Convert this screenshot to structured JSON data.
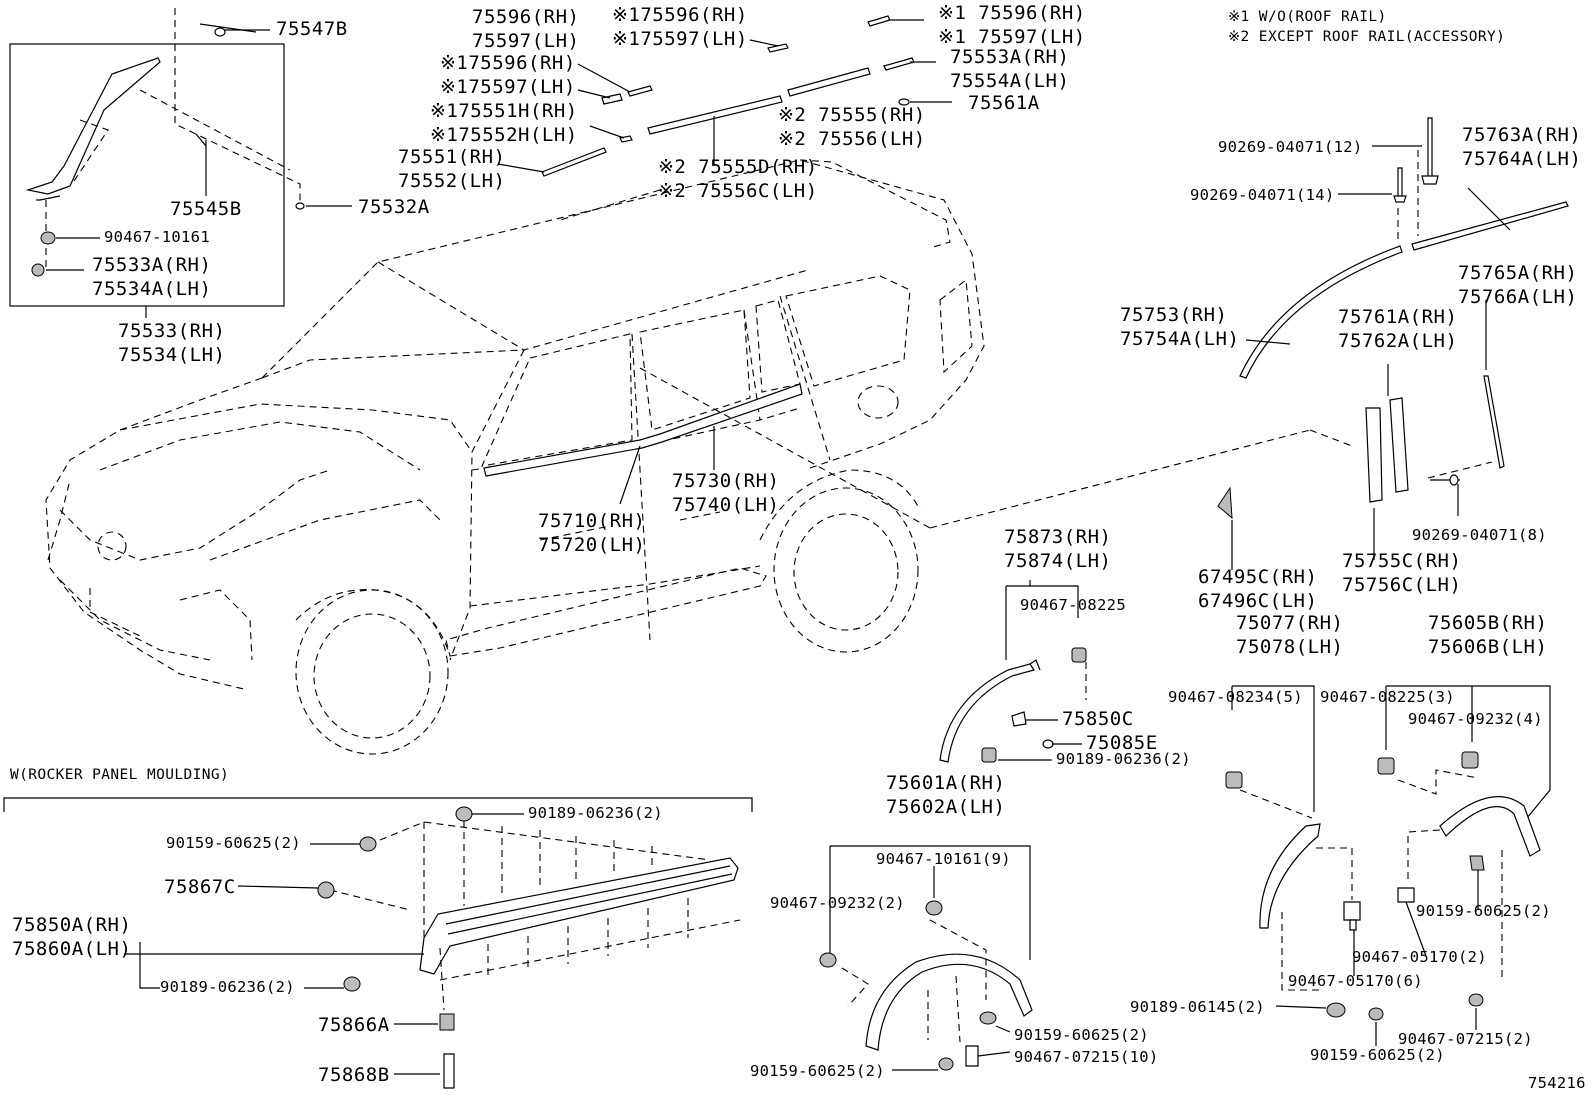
{
  "notes": {
    "note1": "※1 W/O(ROOF RAIL)",
    "note2": "※2 EXCEPT ROOF RAIL(ACCESSORY)"
  },
  "section": {
    "rocker_title": "W(ROCKER PANEL MOULDING)"
  },
  "labels": {
    "p75547B": "75547B",
    "p75545B": "75545B",
    "p90467_10161": "90467-10161",
    "p75533A": "75533A(RH)",
    "p75534A": "75534A(LH)",
    "p75533": "75533(RH)",
    "p75534": "75534(LH)",
    "p75532A": "75532A",
    "p75596": "75596(RH)",
    "p75597": "75597(LH)",
    "p75596_n1a": "※175596(RH)",
    "p75597_n1a": "※175597(LH)",
    "p75596_n1b": "※175596(RH)",
    "p75597_n1b": "※175597(LH)",
    "p75551H": "※175551H(RH)",
    "p75552H": "※175552H(LH)",
    "p75551": "75551(RH)",
    "p75552": "75552(LH)",
    "p75596_n1c": "※1 75596(RH)",
    "p75597_n1c": "※1 75597(LH)",
    "p75553A": "75553A(RH)",
    "p75554A": "75554A(LH)",
    "p75561A": "75561A",
    "p75555": "※2 75555(RH)",
    "p75556": "※2 75556(LH)",
    "p75555D": "※2 75555D(RH)",
    "p75556C": "※2 75556C(LH)",
    "p90269_12": "90269-04071(12)",
    "p90269_14": "90269-04071(14)",
    "p75763A": "75763A(RH)",
    "p75764A": "75764A(LH)",
    "p75753": "75753(RH)",
    "p75754A": "75754A(LH)",
    "p75765A": "75765A(RH)",
    "p75766A": "75766A(LH)",
    "p75761A": "75761A(RH)",
    "p75762A": "75762A(LH)",
    "p90269_8": "90269-04071(8)",
    "p75755C": "75755C(RH)",
    "p75756C": "75756C(LH)",
    "p67495C": "67495C(RH)",
    "p67496C": "67496C(LH)",
    "p75710": "75710(RH)",
    "p75720": "75720(LH)",
    "p75730": "75730(RH)",
    "p75740": "75740(LH)",
    "p75873": "75873(RH)",
    "p75874": "75874(LH)",
    "p90467_08225": "90467-08225",
    "p75850C": "75850C",
    "p75085E": "75085E",
    "p90189_06236_a": "90189-06236(2)",
    "p75077": "75077(RH)",
    "p75078": "75078(LH)",
    "p90467_08234": "90467-08234(5)",
    "p75605B": "75605B(RH)",
    "p75606B": "75606B(LH)",
    "p90467_08225_3": "90467-08225(3)",
    "p90467_09232_4": "90467-09232(4)",
    "p75601A": "75601A(RH)",
    "p75602A": "75602A(LH)",
    "p90467_10161_9": "90467-10161(9)",
    "p90467_09232_2": "90467-09232(2)",
    "p90159_60625_a": "90159-60625(2)",
    "p90159_60625_b": "90159-60625(2)",
    "p90467_07215_10": "90467-07215(10)",
    "p90159_60625_c": "90159-60625(2)",
    "p90467_05170_2": "90467-05170(2)",
    "p90467_05170_6": "90467-05170(6)",
    "p90189_06145": "90189-06145(2)",
    "p90159_60625_d": "90159-60625(2)",
    "p90467_07215_2": "90467-07215(2)",
    "p90189_06236_b": "90189-06236(2)",
    "p90159_60625_e": "90159-60625(2)",
    "p75867C": "75867C",
    "p75850A": "75850A(RH)",
    "p75860A": "75860A(LH)",
    "p90189_06236_c": "90189-06236(2)",
    "p75866A": "75866A",
    "p75868B": "75868B",
    "fig": "754216"
  }
}
